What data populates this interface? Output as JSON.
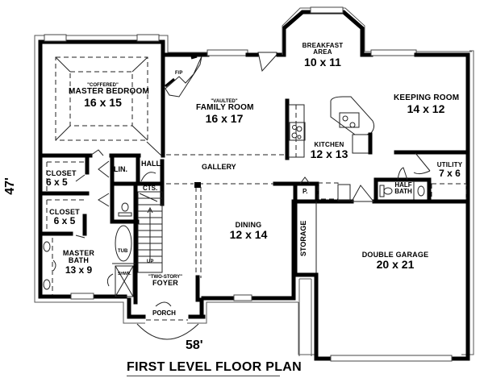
{
  "title": "FIRST LEVEL FLOOR PLAN",
  "dimensions": {
    "width": "58'",
    "depth": "47'"
  },
  "rooms": {
    "master_bedroom": {
      "note": "\"COFFERED\"",
      "name": "MASTER BEDROOM",
      "size": "16 x 15"
    },
    "fireplace": {
      "name": "F/P"
    },
    "family_room": {
      "note": "\"VAULTED\"",
      "name": "FAMILY ROOM",
      "size": "16 x 17"
    },
    "breakfast": {
      "name": "BREAKFAST",
      "name2": "AREA",
      "size": "10 x 11"
    },
    "keeping_room": {
      "name": "KEEPING ROOM",
      "size": "14 x 12"
    },
    "kitchen": {
      "name": "KITCHEN",
      "size": "12 x 13"
    },
    "utility": {
      "name": "UTILITY",
      "size": "7 x 6"
    },
    "half_bath": {
      "name": "HALF",
      "name2": "BATH"
    },
    "closet1": {
      "name": "CLOSET",
      "size": "6 x 5"
    },
    "closet2": {
      "name": "CLOSET",
      "size": "6 x 5"
    },
    "linen": {
      "name": "LIN."
    },
    "hall": {
      "name": "HALL"
    },
    "gallery": {
      "name": "GALLERY"
    },
    "coats": {
      "name": "CTS."
    },
    "pantry": {
      "name": "P."
    },
    "master_bath": {
      "name": "MASTER",
      "name2": "BATH",
      "size": "13 x 9"
    },
    "tub": {
      "name": "TUB"
    },
    "shower": {
      "name": "SHWR."
    },
    "stairs": {
      "name": "UP"
    },
    "dining": {
      "name": "DINING",
      "size": "12 x 14"
    },
    "storage": {
      "name": "STORAGE"
    },
    "garage": {
      "name": "DOUBLE GARAGE",
      "size": "20 x 21"
    },
    "foyer": {
      "note": "\"TWO-STORY\"",
      "name": "FOYER"
    },
    "porch": {
      "name": "PORCH"
    }
  }
}
